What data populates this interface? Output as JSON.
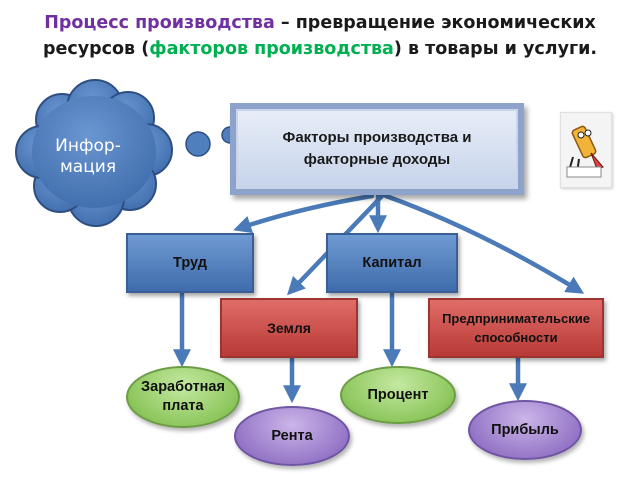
{
  "title": {
    "part1": "Процесс производства",
    "part2": " – превращение экономических ресурсов (",
    "part3": "факторов производства",
    "part4": ") в товары и услуги."
  },
  "cloud": {
    "line1": "Инфор-",
    "line2": "мация"
  },
  "main_box": {
    "line1": "Факторы производства и",
    "line2": "факторные доходы"
  },
  "factors": {
    "labor": "Труд",
    "capital": "Капитал",
    "land": "Земля",
    "entrepreneurship_line1": "Предпринимательские",
    "entrepreneurship_line2": "способности"
  },
  "incomes": {
    "wages_line1": "Заработная",
    "wages_line2": "плата",
    "rent": "Рента",
    "interest": "Процент",
    "profit": "Прибыль"
  },
  "colors": {
    "title_accent": "#7030a0",
    "title_highlight": "#00b050",
    "arrow": "#4a7ab8",
    "cloud": "#4f7fbf",
    "factor_box": "#4f7ec0",
    "land_box": "#cc4a46",
    "income_green": "#8ec75e",
    "income_purple": "#9677c8"
  }
}
